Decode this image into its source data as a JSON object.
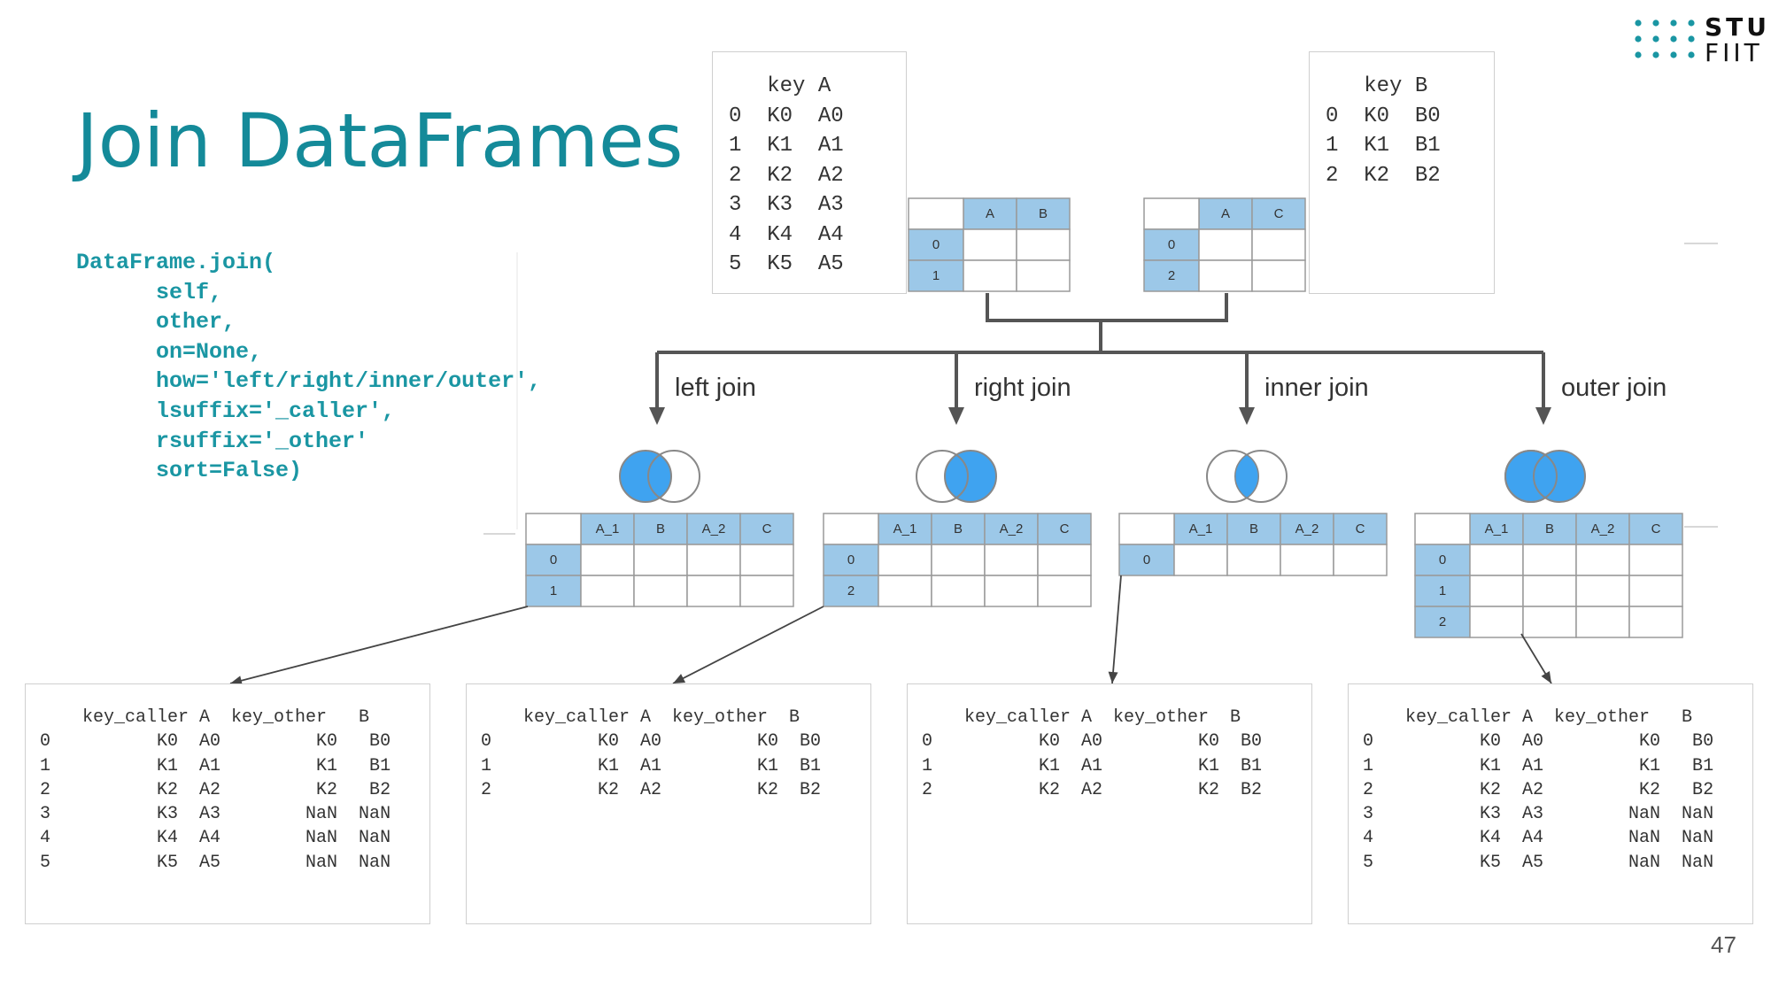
{
  "slide": {
    "title": "Join DataFrames",
    "page_number": "47",
    "logo": {
      "line1": "STU",
      "line2": "FIIT",
      "color": "#1a96a3"
    },
    "accent_color": "#148a99",
    "cell_blue": "#9cc8e8"
  },
  "signature": {
    "lines": [
      "DataFrame.join(",
      "      self,",
      "      other,",
      "      on=None,",
      "      how='left/right/inner/outer',",
      "      lsuffix='_caller',",
      "      rsuffix='_other'",
      "      sort=False)"
    ]
  },
  "top_left_table": {
    "header": "   key A",
    "rows": [
      "0  K0  A0",
      "1  K1  A1",
      "2  K2  A2",
      "3  K3  A3",
      "4  K4  A4",
      "5  K5  A5"
    ]
  },
  "top_right_table": {
    "header": "   key B",
    "rows": [
      "0  K0  B0",
      "1  K1  B1",
      "2  K2  B2"
    ]
  },
  "schema_left": {
    "cols": [
      "A",
      "B"
    ],
    "rows": [
      "0",
      "1"
    ]
  },
  "schema_right": {
    "cols": [
      "A",
      "C"
    ],
    "rows": [
      "0",
      "2"
    ]
  },
  "joins": [
    {
      "label": "left join",
      "venn": "left",
      "cols": [
        "A_1",
        "B",
        "A_2",
        "C"
      ],
      "rows": [
        "0",
        "1"
      ],
      "result": {
        "header": "    key_caller A  key_other   B",
        "rows": [
          "0          K0  A0         K0   B0",
          "1          K1  A1         K1   B1",
          "2          K2  A2         K2   B2",
          "3          K3  A3        NaN  NaN",
          "4          K4  A4        NaN  NaN",
          "5          K5  A5        NaN  NaN"
        ]
      }
    },
    {
      "label": "right join",
      "venn": "right",
      "cols": [
        "A_1",
        "B",
        "A_2",
        "C"
      ],
      "rows": [
        "0",
        "2"
      ],
      "result": {
        "header": "    key_caller A  key_other  B",
        "rows": [
          "0          K0  A0         K0  B0",
          "1          K1  A1         K1  B1",
          "2          K2  A2         K2  B2"
        ]
      }
    },
    {
      "label": "inner join",
      "venn": "inner",
      "cols": [
        "A_1",
        "B",
        "A_2",
        "C"
      ],
      "rows": [
        "0"
      ],
      "result": {
        "header": "    key_caller A  key_other  B",
        "rows": [
          "0          K0  A0         K0  B0",
          "1          K1  A1         K1  B1",
          "2          K2  A2         K2  B2"
        ]
      }
    },
    {
      "label": "outer join",
      "venn": "outer",
      "cols": [
        "A_1",
        "B",
        "A_2",
        "C"
      ],
      "rows": [
        "0",
        "1",
        "2"
      ],
      "result": {
        "header": "    key_caller A  key_other   B",
        "rows": [
          "0          K0  A0         K0   B0",
          "1          K1  A1         K1   B1",
          "2          K2  A2         K2   B2",
          "3          K3  A3        NaN  NaN",
          "4          K4  A4        NaN  NaN",
          "5          K5  A5        NaN  NaN"
        ]
      }
    }
  ]
}
